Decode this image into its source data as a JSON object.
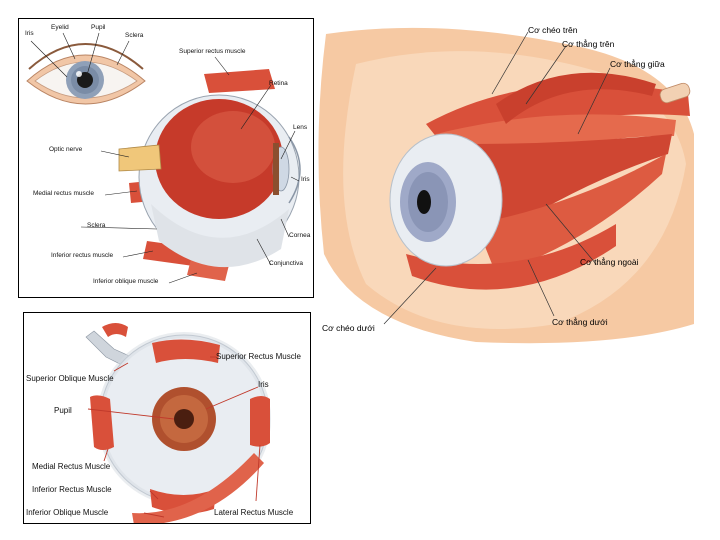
{
  "anatomy": {
    "labels": {
      "iris": "Iris",
      "eyelid": "Eyelid",
      "pupil": "Pupil",
      "sclera_top": "Sclera",
      "superior_rectus": "Superior rectus muscle",
      "retina": "Retina",
      "lens": "Lens",
      "optic_nerve": "Optic nerve",
      "iris_side": "Iris",
      "medial_rectus": "Medial rectus muscle",
      "sclera": "Sclera",
      "cornea": "Cornea",
      "inferior_rectus": "Inferior rectus muscle",
      "conjunctiva": "Conjunctiva",
      "inferior_oblique": "Inferior oblique muscle"
    }
  },
  "muscles_vi": {
    "labels": {
      "superior_oblique": "Cơ chéo trên",
      "superior_rectus": "Cơ thẳng trên",
      "medial_rectus": "Cơ thẳng giữa",
      "lateral_rectus": "Cơ thẳng ngoài",
      "inferior_oblique": "Cơ chéo dưới",
      "inferior_rectus": "Cơ thẳng dưới"
    }
  },
  "muscles_en": {
    "labels": {
      "superior_rectus": "Superior Rectus Muscle",
      "superior_oblique": "Superior Oblique Muscle",
      "iris": "Iris",
      "pupil": "Pupil",
      "medial_rectus": "Medial Rectus Muscle",
      "inferior_rectus": "Inferior Rectus Muscle",
      "inferior_oblique": "Inferior Oblique Muscle",
      "lateral_rectus": "Lateral Rectus Muscle"
    }
  },
  "colors": {
    "muscle": "#d9503a",
    "muscle_light": "#ee8d6e",
    "sclera": "#e9edf2",
    "retina": "#c63a2a",
    "orbit_bg": "#f6c9a3",
    "iris_blue": "#8fa0b8",
    "iris_brown": "#b0502e"
  }
}
